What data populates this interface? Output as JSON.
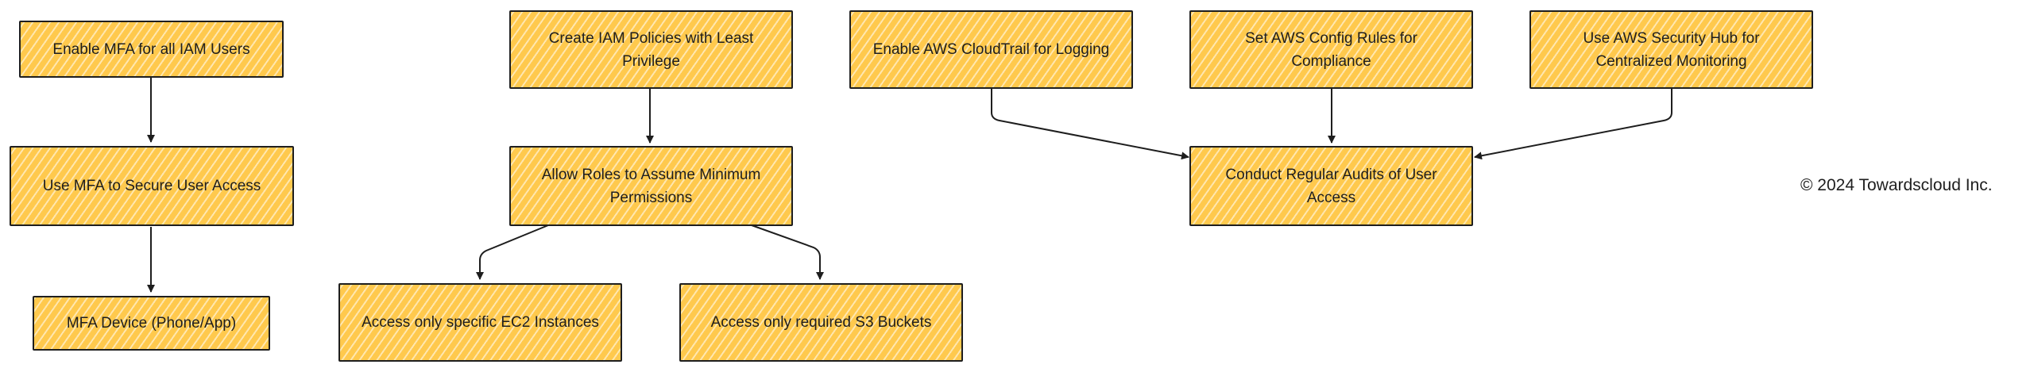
{
  "diagram": {
    "nodes": {
      "mfa_all_users": "Enable MFA for all IAM Users",
      "mfa_secure_access": "Use MFA to Secure User Access",
      "mfa_device": "MFA Device (Phone/App)",
      "least_privilege": "Create IAM Policies with Least Privilege",
      "assume_roles": "Allow Roles to Assume Minimum Permissions",
      "ec2_access": "Access only specific EC2 Instances",
      "s3_access": "Access only required S3 Buckets",
      "cloudtrail": "Enable AWS CloudTrail for Logging",
      "config_rules": "Set AWS Config Rules for Compliance",
      "security_hub": "Use AWS Security Hub for Centralized Monitoring",
      "regular_audits": "Conduct Regular Audits of User Access"
    },
    "edges": [
      {
        "from": "mfa_all_users",
        "to": "mfa_secure_access"
      },
      {
        "from": "mfa_secure_access",
        "to": "mfa_device"
      },
      {
        "from": "least_privilege",
        "to": "assume_roles"
      },
      {
        "from": "assume_roles",
        "to": "ec2_access"
      },
      {
        "from": "assume_roles",
        "to": "s3_access"
      },
      {
        "from": "cloudtrail",
        "to": "regular_audits"
      },
      {
        "from": "config_rules",
        "to": "regular_audits"
      },
      {
        "from": "security_hub",
        "to": "regular_audits"
      }
    ],
    "copyright": "© 2024 Towardscloud Inc."
  },
  "colors": {
    "node_fill": "#ffc94d",
    "stroke": "#1e1e1e"
  }
}
